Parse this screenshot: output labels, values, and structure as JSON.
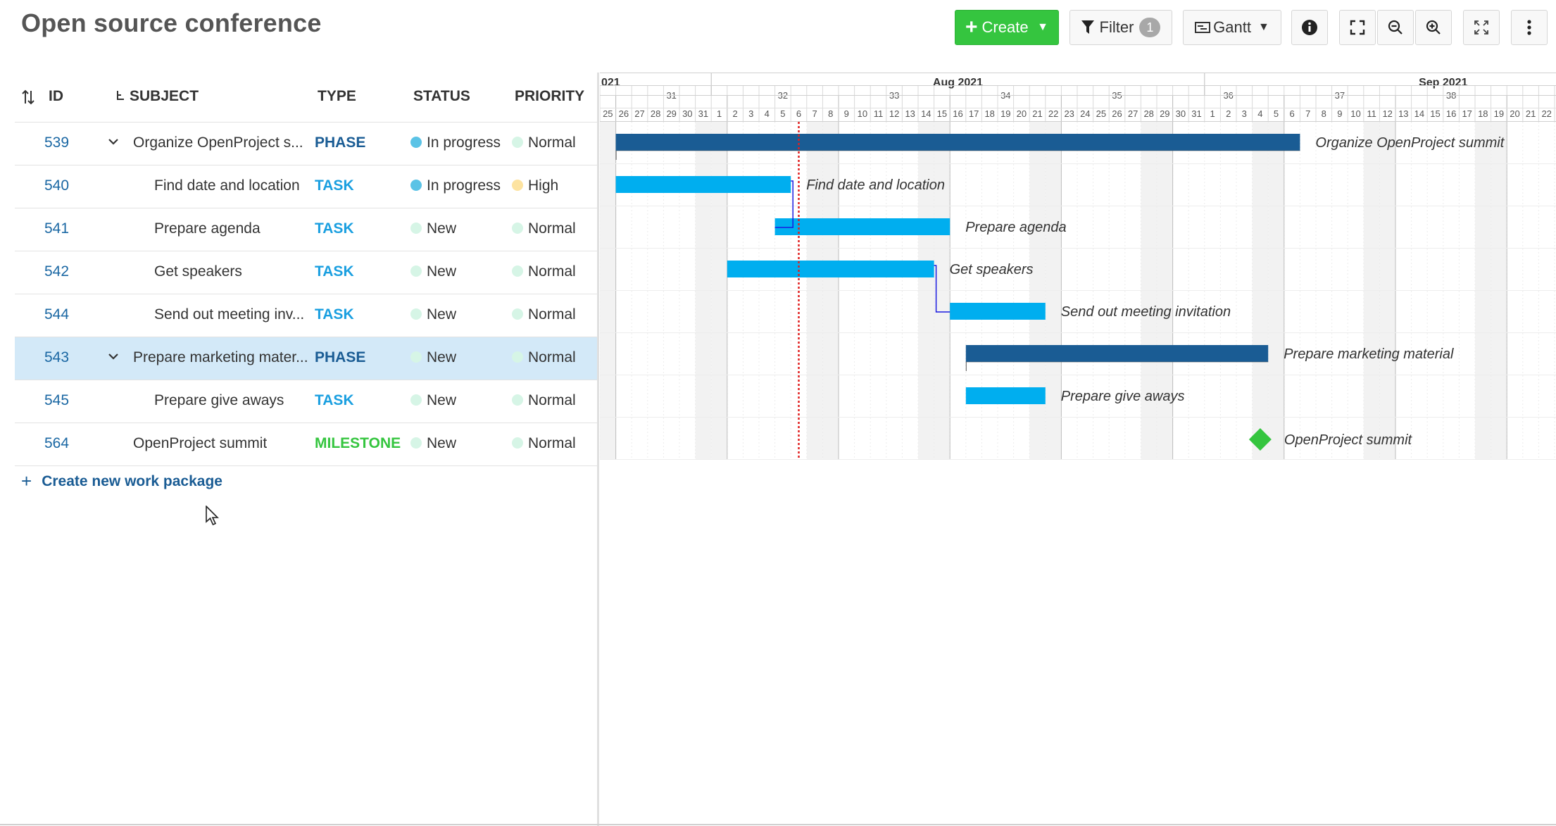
{
  "project_title": "Open source conference",
  "toolbar": {
    "create_label": "Create",
    "filter_label": "Filter",
    "filter_count": "1",
    "view_label": "Gantt"
  },
  "columns": {
    "id": "ID",
    "subject": "SUBJECT",
    "type": "TYPE",
    "status": "STATUS",
    "priority": "PRIORITY"
  },
  "rows": [
    {
      "id": "539",
      "subject": "Organize OpenProject s...",
      "type": "PHASE",
      "status": "In progress",
      "priority": "Normal",
      "level": 0,
      "collapsible": true,
      "selected": false
    },
    {
      "id": "540",
      "subject": "Find date and location",
      "type": "TASK",
      "status": "In progress",
      "priority": "High",
      "level": 1,
      "collapsible": false,
      "selected": false
    },
    {
      "id": "541",
      "subject": "Prepare agenda",
      "type": "TASK",
      "status": "New",
      "priority": "Normal",
      "level": 1,
      "collapsible": false,
      "selected": false
    },
    {
      "id": "542",
      "subject": "Get speakers",
      "type": "TASK",
      "status": "New",
      "priority": "Normal",
      "level": 1,
      "collapsible": false,
      "selected": false
    },
    {
      "id": "544",
      "subject": "Send out meeting inv...",
      "type": "TASK",
      "status": "New",
      "priority": "Normal",
      "level": 1,
      "collapsible": false,
      "selected": false
    },
    {
      "id": "543",
      "subject": "Prepare marketing mater...",
      "type": "PHASE",
      "status": "New",
      "priority": "Normal",
      "level": 0,
      "collapsible": true,
      "selected": true
    },
    {
      "id": "545",
      "subject": "Prepare give aways",
      "type": "TASK",
      "status": "New",
      "priority": "Normal",
      "level": 1,
      "collapsible": false,
      "selected": false
    },
    {
      "id": "564",
      "subject": "OpenProject summit",
      "type": "MILESTONE",
      "status": "New",
      "priority": "Normal",
      "level": 0,
      "collapsible": false,
      "selected": false
    }
  ],
  "status_colors": {
    "In progress": "#5bc3e6",
    "New": "#d6f5e6"
  },
  "priority_colors": {
    "Normal": "#d6f5e6",
    "High": "#fde3a0"
  },
  "create_new_label": "Create new work package",
  "gantt": {
    "months": [
      {
        "label": "021",
        "start": "2021-07-25"
      },
      {
        "label": "Aug 2021",
        "start": "2021-08-01"
      },
      {
        "label": "Sep 2021",
        "start": "2021-09-01"
      }
    ],
    "view_start": "2021-07-25",
    "view_end": "2021-09-30",
    "weeks_start_day": "2021-07-26",
    "first_week_number": 31,
    "today": "2021-08-06",
    "bars": [
      {
        "row": 0,
        "label": "Organize OpenProject summit",
        "start": "2021-07-26",
        "end": "2021-09-06",
        "kind": "phase"
      },
      {
        "row": 1,
        "label": "Find date and location",
        "start": "2021-07-26",
        "end": "2021-08-05",
        "kind": "task"
      },
      {
        "row": 2,
        "label": "Prepare agenda",
        "start": "2021-08-05",
        "end": "2021-08-15",
        "kind": "task"
      },
      {
        "row": 3,
        "label": "Get speakers",
        "start": "2021-08-02",
        "end": "2021-08-14",
        "kind": "task"
      },
      {
        "row": 4,
        "label": "Send out meeting invitation",
        "start": "2021-08-16",
        "end": "2021-08-21",
        "kind": "task"
      },
      {
        "row": 5,
        "label": "Prepare marketing material",
        "start": "2021-08-17",
        "end": "2021-09-04",
        "kind": "phase"
      },
      {
        "row": 6,
        "label": "Prepare give aways",
        "start": "2021-08-17",
        "end": "2021-08-21",
        "kind": "task"
      },
      {
        "row": 7,
        "label": "OpenProject summit",
        "start": "2021-09-04",
        "end": "2021-09-04",
        "kind": "milestone"
      }
    ],
    "colors": {
      "phase": "#1a5c94",
      "task": "#00aeef",
      "milestone": "#35c53f",
      "today": "#e02020",
      "relation": "#1a1ae0"
    }
  }
}
